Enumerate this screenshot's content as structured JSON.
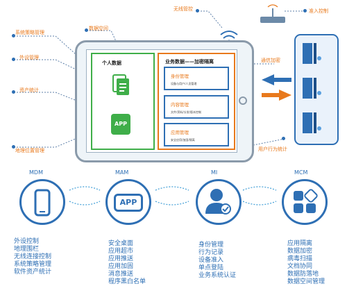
{
  "top_labels": {
    "device_policy": "系统策略管理",
    "peripheral": "外设管理",
    "asset_stats": "资产统计",
    "geo_location": "地理位置管理",
    "data_space": "数据空间",
    "wireless": "无线管控",
    "access_control": "准入控制",
    "comm_encryption": "通信加密",
    "user_behavior": "用户行为统计"
  },
  "tablet": {
    "personal_title": "个人数据",
    "personal_app_icon_text": "APP",
    "business_title": "业务数据——加密隔离",
    "sections": [
      {
        "title": "身份管理",
        "desc": "设备与用户/人员管理"
      },
      {
        "title": "内容管理",
        "desc": "文件/资料/分发/版本控制"
      },
      {
        "title": "应用管理",
        "desc": "安全应用/加固/隔离"
      }
    ]
  },
  "modules": [
    {
      "name": "MDM",
      "features": [
        "外设控制",
        "地理围栏",
        "无线连接控制",
        "系统策略管理",
        "软件资产统计"
      ]
    },
    {
      "name": "MAM",
      "icon_text": "APP",
      "features": [
        "安全桌面",
        "应用超市",
        "应用推送",
        "应用加固",
        "消息推送",
        "程序黑白名单"
      ]
    },
    {
      "name": "MI",
      "features": [
        "身份管理",
        "行为记录",
        "设备准入",
        "单点登陆",
        "业务系统认证"
      ]
    },
    {
      "name": "MCM",
      "features": [
        "应用隔离",
        "数据加密",
        "病毒扫描",
        "文档协同",
        "数据防落地",
        "数据空间管理"
      ]
    }
  ],
  "colors": {
    "blue": "#2e6fb4",
    "orange": "#e8791c",
    "green": "#3fae49",
    "frame": "#8a9aaa"
  }
}
